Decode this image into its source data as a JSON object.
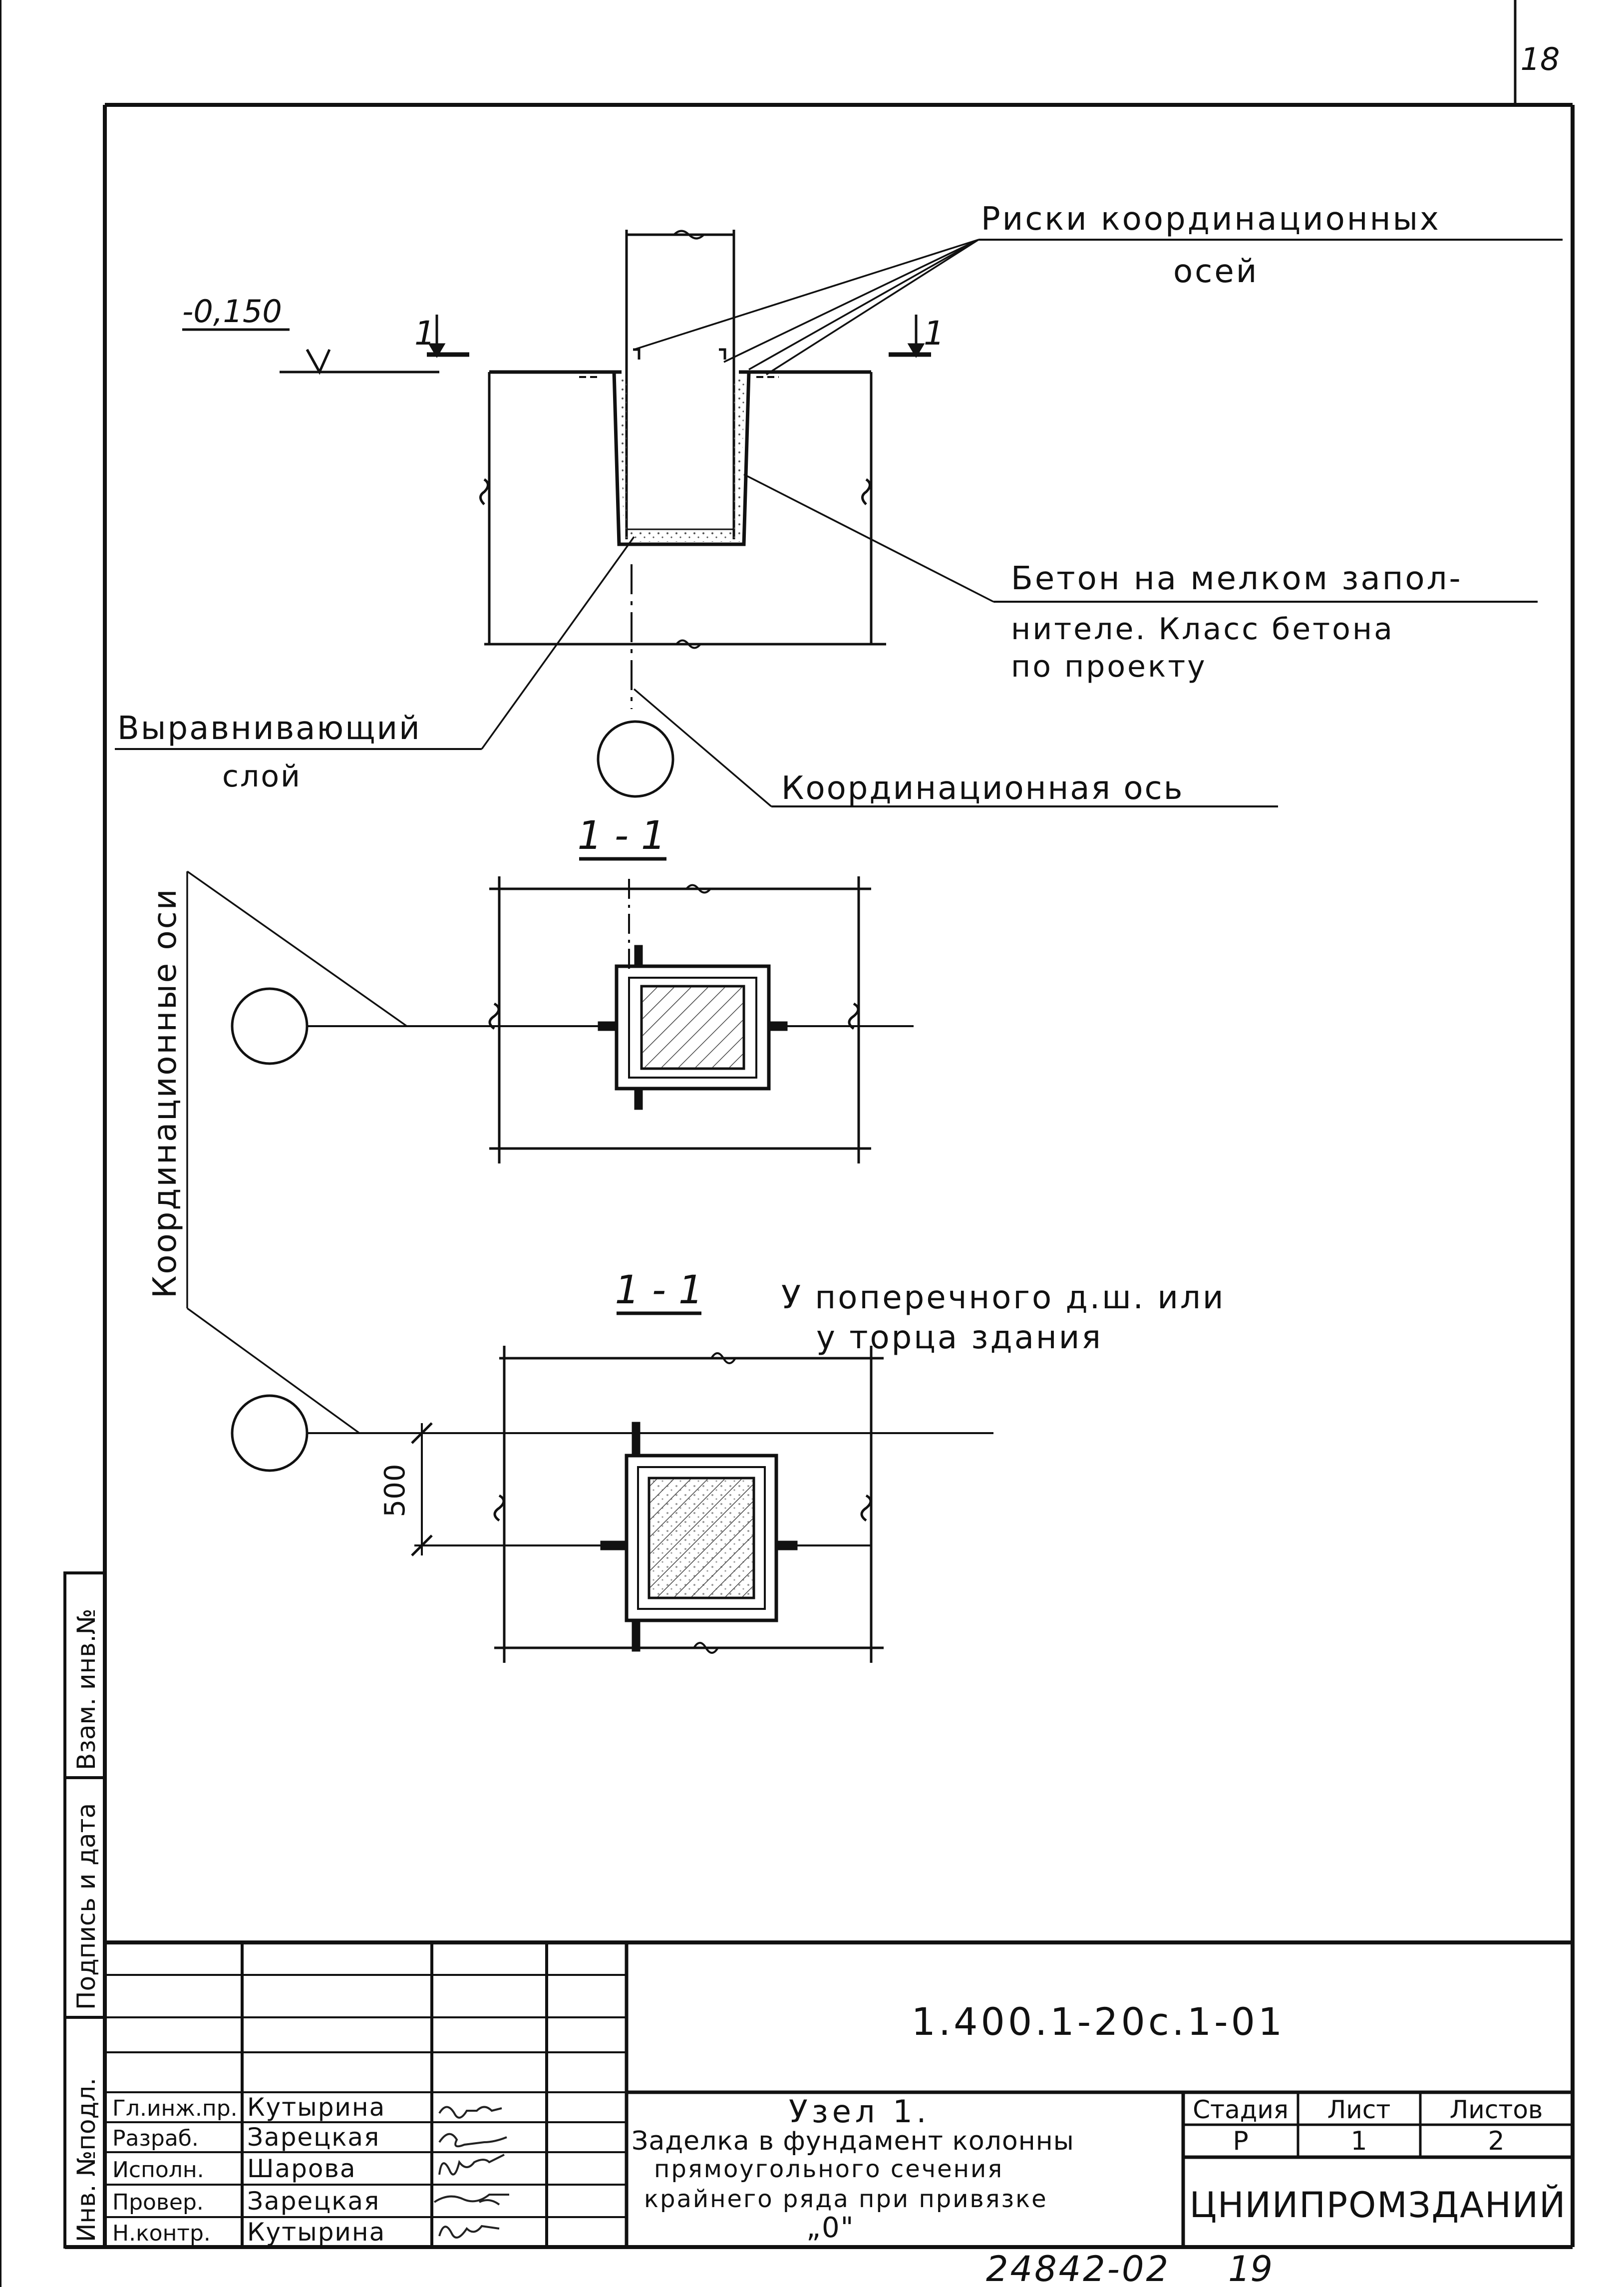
{
  "sheet": {
    "page_number": "18",
    "footer_code": "24842-02",
    "footer_number": "19"
  },
  "drawing": {
    "elevation_mark": "-0,150",
    "section_mark_number": "1",
    "section_title_1": "1 - 1",
    "section_title_2": "1 - 1",
    "dimension_500": "500",
    "labels": {
      "risks_line1": "Риски координационных",
      "risks_line2": "осей",
      "concrete_line1": "Бетон на мелком запол-",
      "concrete_line2": "нителе. Класс бетона",
      "concrete_line3": "по проекту",
      "leveling_line1": "Выравнивающий",
      "leveling_line2": "слой",
      "coord_axis": "Координационная ось",
      "coord_axes_vertical": "Координационные оси",
      "transverse_line1": "У поперечного д.ш. или",
      "transverse_line2": "у торца здания"
    }
  },
  "side_stamp": {
    "inv_podl": "Инв. №подл.",
    "podpis_data": "Подпись и дата",
    "vzam_inv": "Взам. инв.№"
  },
  "title_block": {
    "doc_code": "1.400.1-20с.1-01",
    "title_line1": "Узел 1.",
    "title_line2": "Заделка в фундамент колонны",
    "title_line3": "прямоугольного сечения",
    "title_line4": "крайнего ряда при привязке",
    "title_line5": "„0\"",
    "stage_header": "Стадия",
    "sheet_header": "Лист",
    "sheets_header": "Листов",
    "stage_value": "Р",
    "sheet_value": "1",
    "sheets_value": "2",
    "organization": "ЦНИИПРОМЗДАНИЙ",
    "roles": [
      {
        "role": "Гл.инж.пр.",
        "name": "Кутырина"
      },
      {
        "role": "Разраб.",
        "name": "Зарецкая"
      },
      {
        "role": "Исполн.",
        "name": "Шарова"
      },
      {
        "role": "Провер.",
        "name": "Зарецкая"
      },
      {
        "role": "Н.контр.",
        "name": "Кутырина"
      }
    ]
  }
}
